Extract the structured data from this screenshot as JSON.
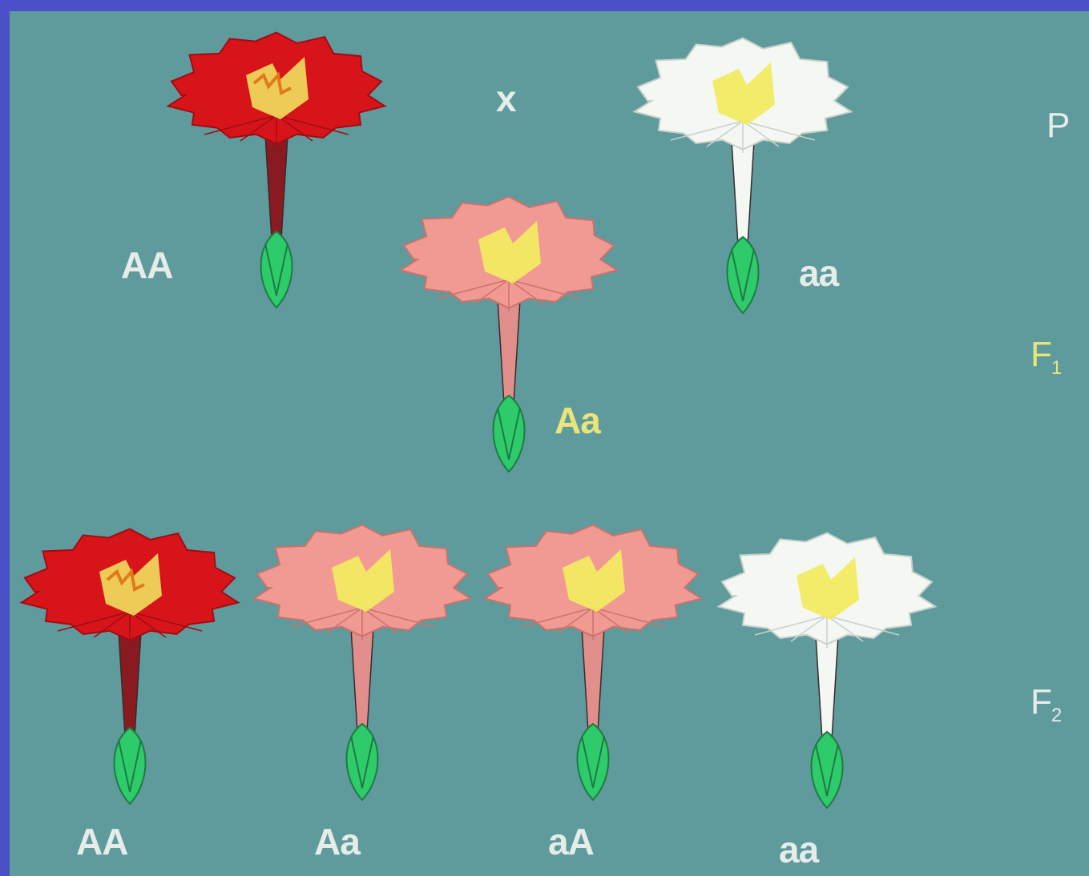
{
  "cross_symbol": "x",
  "generations": {
    "p": "P",
    "f1": {
      "base": "F",
      "sub": "1"
    },
    "f2": {
      "base": "F",
      "sub": "2"
    }
  },
  "parents": [
    {
      "genotype": "AA",
      "color": "red"
    },
    {
      "genotype": "aa",
      "color": "white"
    }
  ],
  "f1": [
    {
      "genotype": "Aa",
      "color": "pink"
    }
  ],
  "f2": [
    {
      "genotype": "AA",
      "color": "red"
    },
    {
      "genotype": "Aa",
      "color": "pink"
    },
    {
      "genotype": "aA",
      "color": "pink"
    },
    {
      "genotype": "aa",
      "color": "white"
    }
  ],
  "colors": {
    "background": "#5f9b9c",
    "border": "#4b4fc8",
    "red_petal": "#d8141b",
    "red_stem": "#8a1a22",
    "pink_petal": "#f19a93",
    "pink_stem": "#e18f8c",
    "white_petal": "#f4f7f2",
    "white_stem": "#f4f7f2",
    "center_yellow": "#f2ea62",
    "calyx_green": "#2ecb6a",
    "label_yellow": "#e9e57a"
  }
}
